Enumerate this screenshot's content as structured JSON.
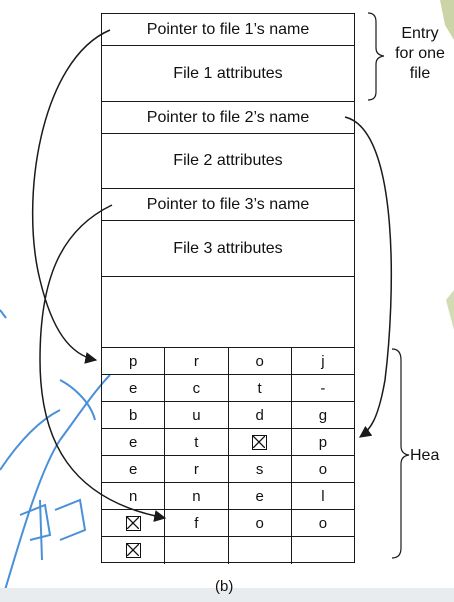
{
  "entries": [
    {
      "pointer_label": "Pointer to file 1’s name",
      "attr_label": "File 1 attributes"
    },
    {
      "pointer_label": "Pointer to file 2’s name",
      "attr_label": "File 2 attributes"
    },
    {
      "pointer_label": "Pointer to file 3’s name",
      "attr_label": "File 3 attributes"
    }
  ],
  "heap": [
    [
      "p",
      "r",
      "o",
      "j"
    ],
    [
      "e",
      "c",
      "t",
      "-"
    ],
    [
      "b",
      "u",
      "d",
      "g"
    ],
    [
      "e",
      "t",
      "⊠",
      "p"
    ],
    [
      "e",
      "r",
      "s",
      "o"
    ],
    [
      "n",
      "n",
      "e",
      "l"
    ],
    [
      "⊠",
      "f",
      "o",
      "o"
    ],
    [
      "⊠",
      "",
      "",
      ""
    ]
  ],
  "entry_brace_label": {
    "line1": "Entry",
    "line2": "for one",
    "line3": "file"
  },
  "heap_brace_label": "Hea",
  "caption": "(b)",
  "colors": {
    "ink": "#1a1a1a",
    "scribble": "#4a90d9",
    "deco_green": "#a8b86a"
  }
}
